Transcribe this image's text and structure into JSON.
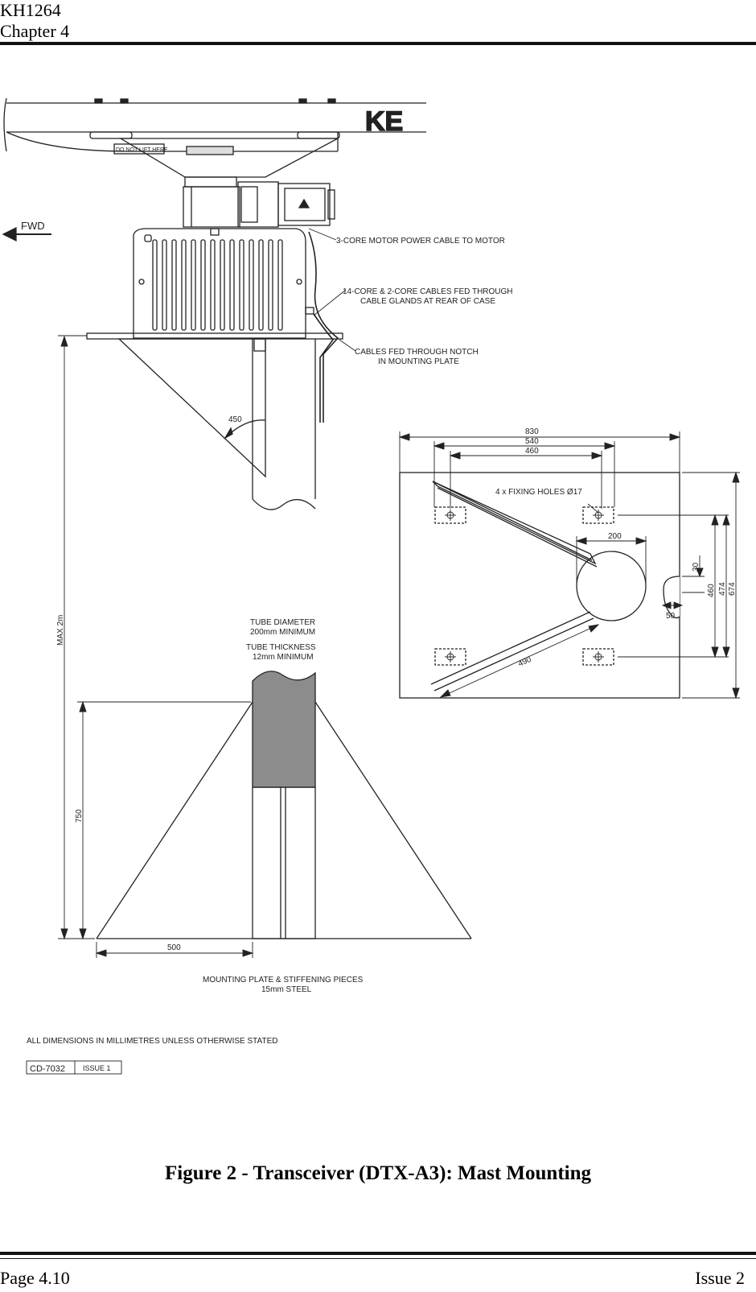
{
  "header": {
    "doc_code": "KH1264",
    "chapter": "Chapter 4"
  },
  "footer": {
    "page": "Page 4.10",
    "issue": "Issue 2"
  },
  "figure": {
    "title": "Figure 2 - Transceiver (DTX-A3): Mast Mounting"
  },
  "drawing": {
    "fwd_label": "FWD",
    "logo_text": "KE",
    "do_not_lift_label": "DO NOT LIFT HERE",
    "callouts": {
      "motor_cable": "3-CORE MOTOR POWER CABLE TO MOTOR",
      "core_cables_line1": "14-CORE & 2-CORE CABLES FED THROUGH",
      "core_cables_line2": "CABLE GLANDS AT REAR OF CASE",
      "notch_cables_line1": "CABLES FED THROUGH NOTCH",
      "notch_cables_line2": "IN MOUNTING PLATE",
      "tube_diameter_line1": "TUBE DIAMETER",
      "tube_diameter_line2": "200mm MINIMUM",
      "tube_thickness_line1": "TUBE THICKNESS",
      "tube_thickness_line2": "12mm MINIMUM",
      "mounting_plate_line1": "MOUNTING PLATE & STIFFENING PIECES",
      "mounting_plate_line2": "15mm STEEL",
      "fixing_holes": "4 x FIXING HOLES Ø17"
    },
    "dimensions": {
      "max_height": "MAX 2m",
      "d450": "450",
      "d750": "750",
      "d500": "500",
      "d830": "830",
      "d540": "540",
      "d460_top": "460",
      "d200": "200",
      "d30": "30",
      "d50": "50",
      "d460_side": "460",
      "d474": "474",
      "d674": "674",
      "d490": "490"
    },
    "notes": {
      "units": "ALL DIMENSIONS IN MILLIMETRES UNLESS OTHERWISE STATED",
      "drawing_number": "CD-7032",
      "drawing_issue": "ISSUE 1"
    }
  }
}
